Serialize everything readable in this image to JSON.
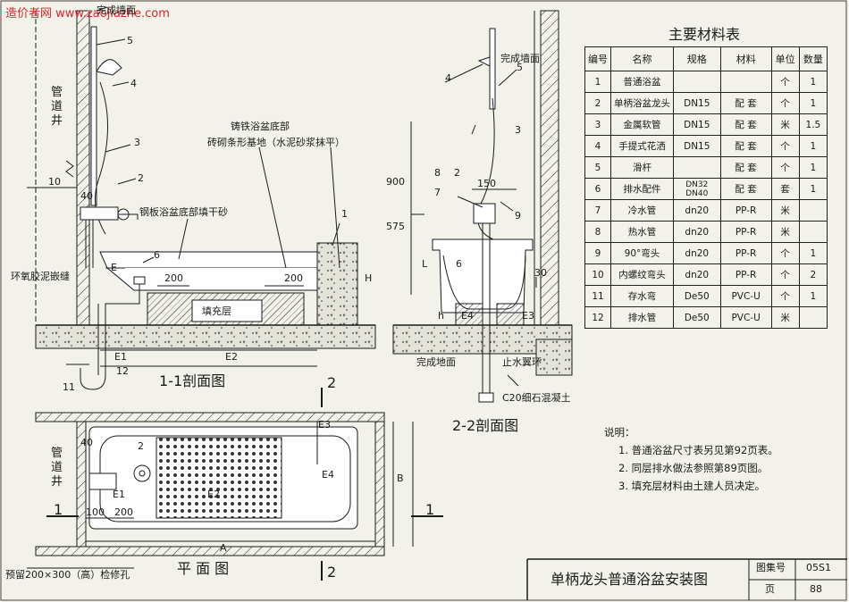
{
  "watermark": "造价者网 www.zaojiazhe.com",
  "sections": {
    "s11": "1-1剖面图",
    "s22": "2-2剖面图",
    "plan": "平 面 图",
    "mark1": "1",
    "mark2": "2"
  },
  "callouts": {
    "pipe_shaft": "管道井",
    "finished_wall": "完成墙面",
    "finished_floor": "完成地面",
    "cast_iron_base": "铸铁浴盆底部",
    "brick_base": "砖砌条形基地（水泥砂浆抹平）",
    "steel_base": "钢板浴盆底部填干砂",
    "pvc_seal": "环氧胶泥嵌缝",
    "fill_layer": "填充层",
    "waterstop": "止水翼环",
    "c20": "C20细石混凝土",
    "access_hole": "预留200×300（高）检修孔"
  },
  "dims": {
    "d200a": "200",
    "d200b": "200",
    "d200c": "200",
    "d100": "100",
    "d40a": "40",
    "d40b": "40",
    "d150": "150",
    "d900": "900",
    "d575": "575",
    "d30": "30",
    "A": "A",
    "B": "B",
    "E": "E",
    "E1a": "E1",
    "E1b": "E1",
    "E2a": "E2",
    "E2b": "E2",
    "E3a": "E3",
    "E3b": "E3",
    "E4a": "E4",
    "E4b": "E4",
    "H": "H",
    "h": "h",
    "L": "L"
  },
  "numbers": [
    "1",
    "2",
    "3",
    "4",
    "5",
    "6",
    "7",
    "8",
    "9",
    "10",
    "11",
    "12"
  ],
  "table": {
    "title": "主要材料表",
    "headers": [
      "编号",
      "名称",
      "规格",
      "材料",
      "单位",
      "数量"
    ],
    "rows": [
      [
        "1",
        "普通浴盆",
        "",
        "",
        "个",
        "1"
      ],
      [
        "2",
        "单柄浴盆龙头",
        "DN15",
        "配 套",
        "个",
        "1"
      ],
      [
        "3",
        "金属软管",
        "DN15",
        "配 套",
        "米",
        "1.5"
      ],
      [
        "4",
        "手提式花洒",
        "DN15",
        "配 套",
        "个",
        "1"
      ],
      [
        "5",
        "滑杆",
        "",
        "配 套",
        "个",
        "1"
      ],
      [
        "6",
        "排水配件",
        "DN32 DN40",
        "配 套",
        "套",
        "1"
      ],
      [
        "7",
        "冷水管",
        "dn20",
        "PP-R",
        "米",
        ""
      ],
      [
        "8",
        "热水管",
        "dn20",
        "PP-R",
        "米",
        ""
      ],
      [
        "9",
        "90°弯头",
        "dn20",
        "PP-R",
        "个",
        "1"
      ],
      [
        "10",
        "内螺纹弯头",
        "dn20",
        "PP-R",
        "个",
        "2"
      ],
      [
        "11",
        "存水弯",
        "De50",
        "PVC-U",
        "个",
        "1"
      ],
      [
        "12",
        "排水管",
        "De50",
        "PVC-U",
        "米",
        ""
      ]
    ]
  },
  "notes": {
    "title": "说明：",
    "items": [
      "1. 普通浴盆尺寸表另见第92页表。",
      "2. 同层排水做法参照第89页图。",
      "3. 填充层材料由土建人员决定。"
    ]
  },
  "titleblock": {
    "title": "单柄龙头普通浴盆安装图",
    "atlas_label": "图集号",
    "atlas_no": "05S1",
    "page_label": "页",
    "page_no": "88"
  }
}
